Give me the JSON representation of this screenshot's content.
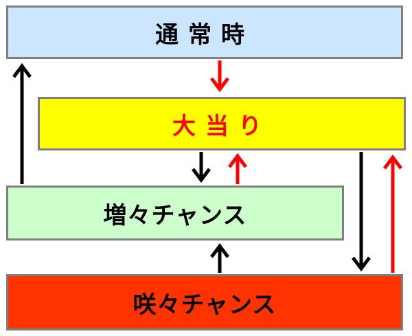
{
  "states": {
    "normal": "通常時",
    "bonus": "大当り",
    "zouzou": "増々チャンス",
    "sakisaki": "咲々チャンス"
  },
  "colors": {
    "normal_fill": "#cce6ff",
    "bonus_fill": "#ffff00",
    "bonus_text": "#ff0000",
    "zouzou_fill": "#ccffcc",
    "sakisaki_fill": "#ff3300",
    "border": "#7f7f7f",
    "arrow_black": "#000000",
    "arrow_red": "#ff0000"
  },
  "transitions": [
    {
      "from": "normal",
      "to": "bonus",
      "color": "red"
    },
    {
      "from": "bonus",
      "to": "zouzou",
      "color": "black"
    },
    {
      "from": "zouzou",
      "to": "bonus",
      "color": "red"
    },
    {
      "from": "zouzou",
      "to": "normal",
      "color": "black"
    },
    {
      "from": "sakisaki",
      "to": "zouzou",
      "color": "black"
    },
    {
      "from": "bonus",
      "to": "sakisaki",
      "color": "black"
    },
    {
      "from": "sakisaki",
      "to": "bonus",
      "color": "red"
    }
  ]
}
